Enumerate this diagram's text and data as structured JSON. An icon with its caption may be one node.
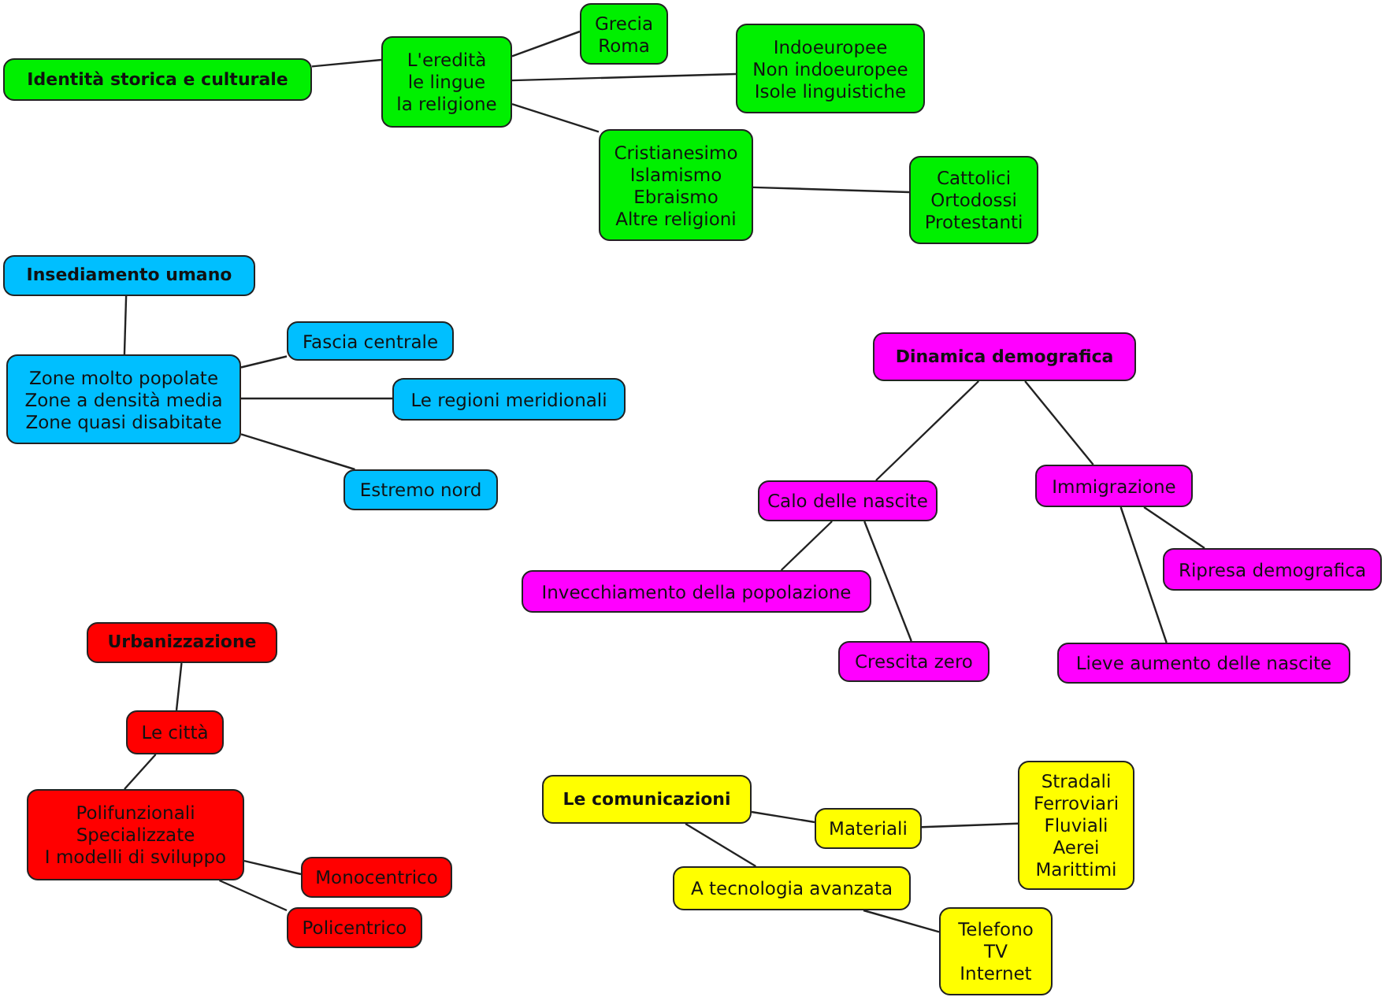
{
  "diagram": {
    "nodes": [
      {
        "text": [
          "Identità storica e culturale"
        ]
      },
      {
        "text": [
          "L'eredità",
          "le lingue",
          "la religione"
        ]
      },
      {
        "text": [
          "Grecia",
          "Roma"
        ]
      },
      {
        "text": [
          "Indoeuropee",
          "Non indoeuropee",
          "Isole linguistiche"
        ]
      },
      {
        "text": [
          "Cristianesimo",
          "Islamismo",
          "Ebraismo",
          "Altre religioni"
        ]
      },
      {
        "text": [
          "Cattolici",
          "Ortodossi",
          "Protestanti"
        ]
      },
      {
        "text": [
          "Insediamento umano"
        ]
      },
      {
        "text": [
          "Zone molto popolate",
          "Zone a densità media",
          "Zone quasi disabitate"
        ]
      },
      {
        "text": [
          "Fascia centrale"
        ]
      },
      {
        "text": [
          "Le regioni meridionali"
        ]
      },
      {
        "text": [
          "Estremo nord"
        ]
      },
      {
        "text": [
          "Dinamica demografica"
        ]
      },
      {
        "text": [
          "Calo delle nascite"
        ]
      },
      {
        "text": [
          "Immigrazione"
        ]
      },
      {
        "text": [
          "Invecchiamento della popolazione"
        ]
      },
      {
        "text": [
          "Crescita zero"
        ]
      },
      {
        "text": [
          "Ripresa demografica"
        ]
      },
      {
        "text": [
          "Lieve aumento delle nascite"
        ]
      },
      {
        "text": [
          "Urbanizzazione"
        ]
      },
      {
        "text": [
          "Le città"
        ]
      },
      {
        "text": [
          "Polifunzionali",
          "Specializzate",
          "I modelli di sviluppo"
        ]
      },
      {
        "text": [
          "Monocentrico"
        ]
      },
      {
        "text": [
          "Policentrico"
        ]
      },
      {
        "text": [
          "Le comunicazioni"
        ]
      },
      {
        "text": [
          "Materiali"
        ]
      },
      {
        "text": [
          "A tecnologia avanzata"
        ]
      },
      {
        "text": [
          "Stradali",
          "Ferroviari",
          "Fluviali",
          "Aerei",
          "Marittimi"
        ]
      },
      {
        "text": [
          "Telefono",
          "TV",
          "Internet"
        ]
      }
    ],
    "edges": [
      {
        "from": 0,
        "to": 1,
        "arrow": "none"
      },
      {
        "from": 1,
        "to": 2,
        "arrow": "none"
      },
      {
        "from": 1,
        "to": 3,
        "arrow": "none"
      },
      {
        "from": 1,
        "to": 4,
        "arrow": "none"
      },
      {
        "from": 4,
        "to": 5,
        "arrow": "none"
      },
      {
        "from": 6,
        "to": 7,
        "arrow": "none"
      },
      {
        "from": 7,
        "to": 8,
        "arrow": "none"
      },
      {
        "from": 7,
        "to": 9,
        "arrow": "none"
      },
      {
        "from": 7,
        "to": 10,
        "arrow": "none"
      },
      {
        "from": 11,
        "to": 12,
        "arrow": "none"
      },
      {
        "from": 11,
        "to": 13,
        "arrow": "none"
      },
      {
        "from": 12,
        "to": 14,
        "arrow": "none"
      },
      {
        "from": 12,
        "to": 15,
        "arrow": "none"
      },
      {
        "from": 13,
        "to": 16,
        "arrow": "none"
      },
      {
        "from": 13,
        "to": 17,
        "arrow": "none"
      },
      {
        "from": 18,
        "to": 19,
        "arrow": "none"
      },
      {
        "from": 19,
        "to": 20,
        "arrow": "none"
      },
      {
        "from": 20,
        "to": 21,
        "arrow": "none"
      },
      {
        "from": 20,
        "to": 22,
        "arrow": "none"
      },
      {
        "from": 23,
        "to": 24,
        "arrow": "none"
      },
      {
        "from": 23,
        "to": 25,
        "arrow": "none"
      },
      {
        "from": 24,
        "to": 26,
        "arrow": "none"
      },
      {
        "from": 25,
        "to": 27,
        "arrow": "none"
      }
    ]
  }
}
